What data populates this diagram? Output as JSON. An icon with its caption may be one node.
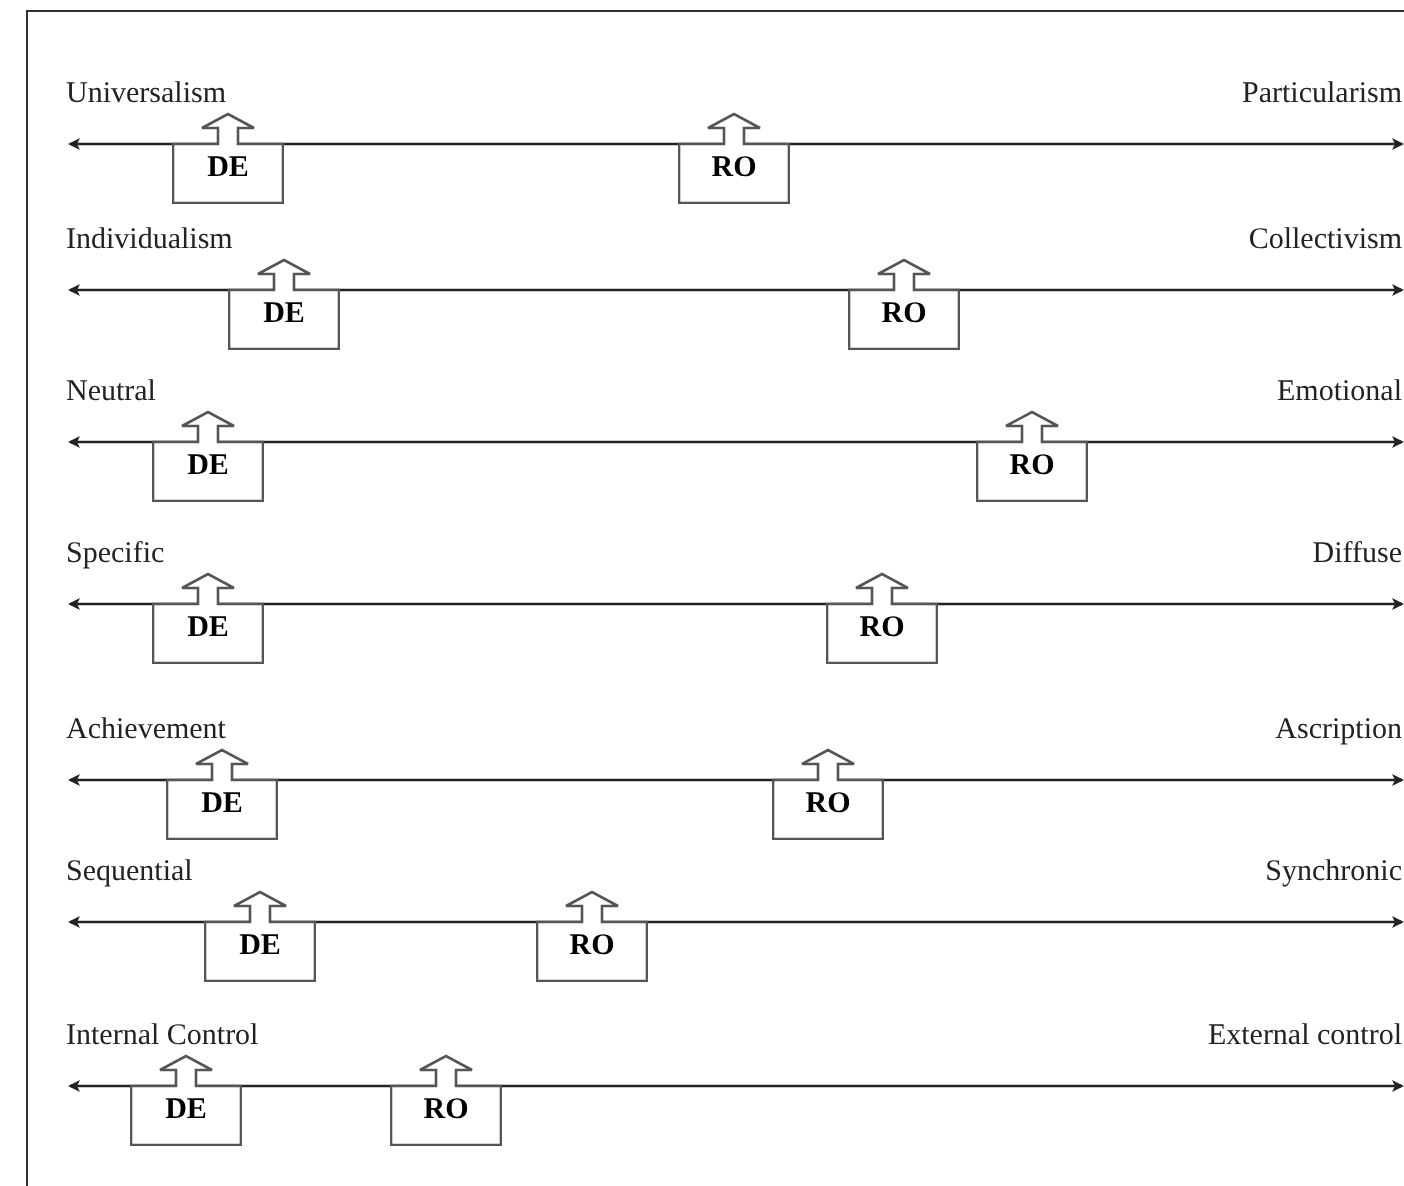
{
  "diagram": {
    "nodes": [
      {
        "text": [
          "DE"
        ]
      },
      {
        "text": [
          "RO"
        ]
      },
      {
        "text": [
          "DE"
        ]
      },
      {
        "text": [
          "RO"
        ]
      },
      {
        "text": [
          "DE"
        ]
      },
      {
        "text": [
          "RO"
        ]
      },
      {
        "text": [
          "DE"
        ]
      },
      {
        "text": [
          "RO"
        ]
      },
      {
        "text": [
          "DE"
        ]
      },
      {
        "text": [
          "RO"
        ]
      },
      {
        "text": [
          "DE"
        ]
      },
      {
        "text": [
          "RO"
        ]
      },
      {
        "text": [
          "DE"
        ]
      },
      {
        "text": [
          "RO"
        ]
      }
    ],
    "labels": [
      "Universalism",
      "Particularism",
      "Individualism",
      "Collectivism",
      "Neutral",
      "Emotional",
      "Specific",
      "Diffuse",
      "Achievement",
      "Ascription",
      "Sequential",
      "Synchronic",
      "Internal Control",
      "External control"
    ]
  }
}
